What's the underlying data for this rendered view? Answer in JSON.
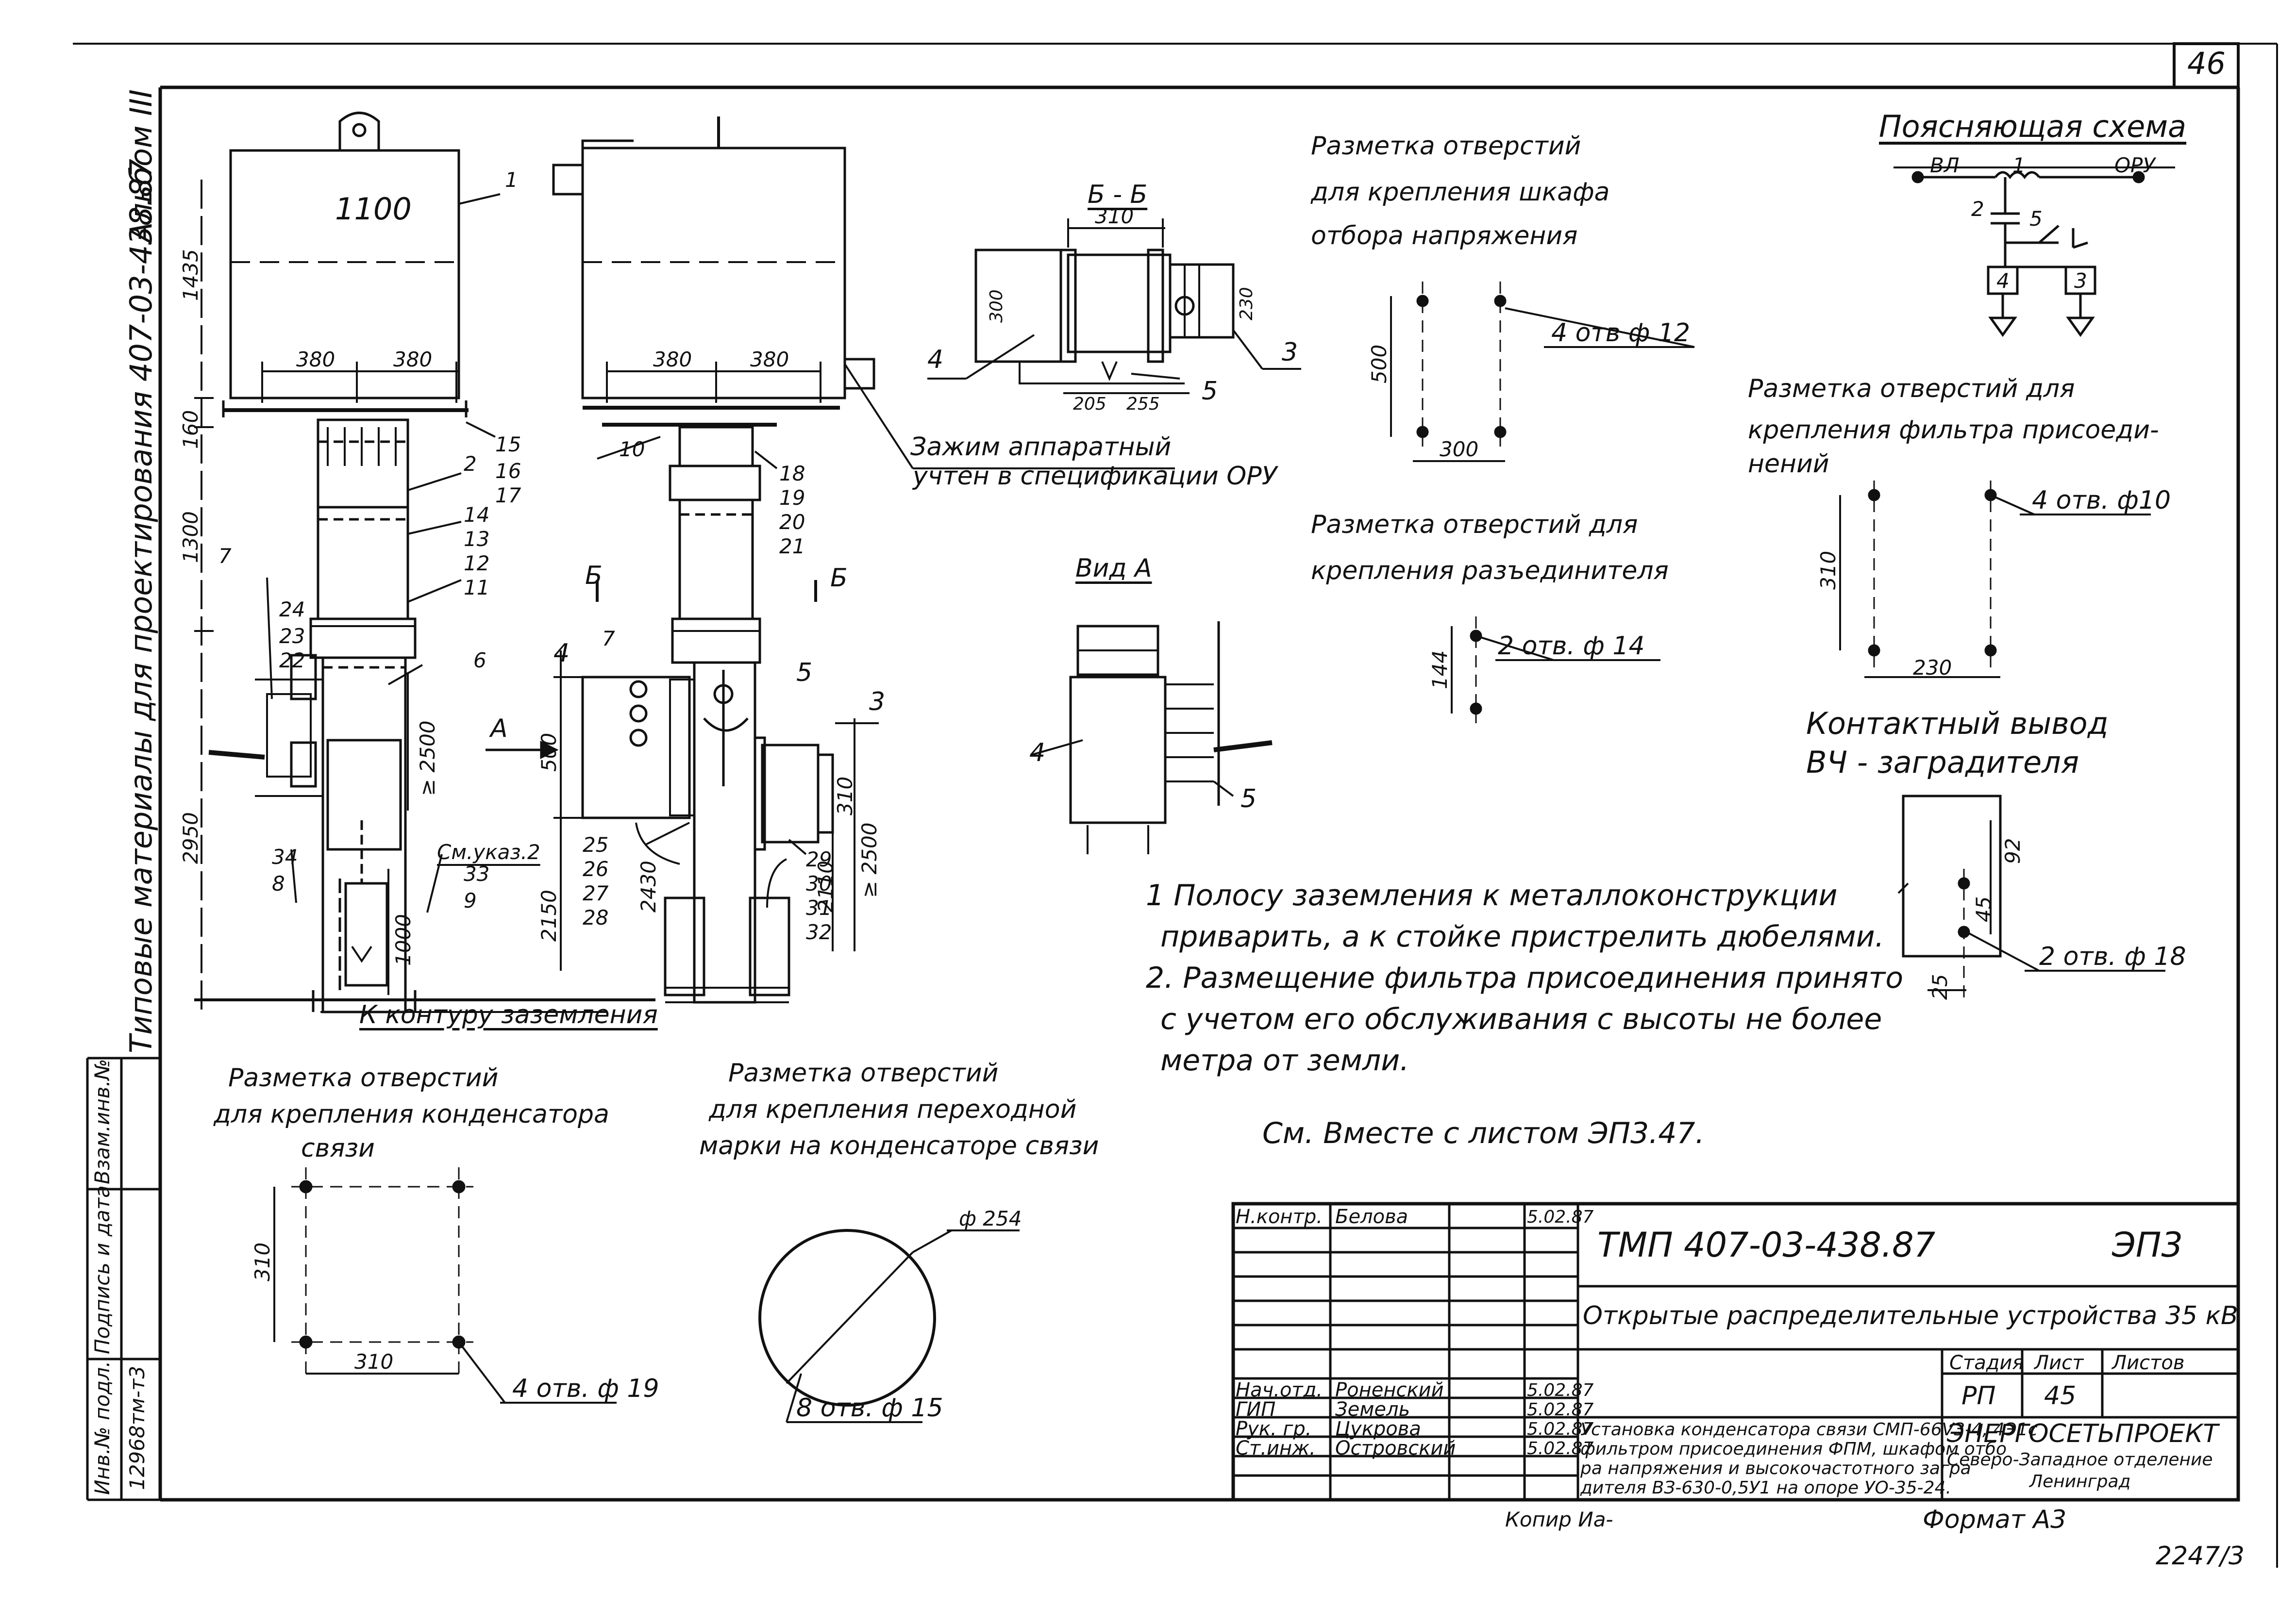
{
  "sheet": {
    "page_number": "46",
    "album": "Альбом III",
    "side_title": "Типовые материалы для проектирования 407-03-438.87",
    "stamp_cols": [
      "Инв.№ подл.",
      "Подпись и дата",
      "Взам.инв.№"
    ],
    "stamp_inv_value": "12968тм-т3",
    "copy_mark": "Копир Иa-",
    "format_mark": "Формат А3",
    "bottom_code": "2247/3"
  },
  "views": {
    "left_cabinet_dim": "1100",
    "dims_left": [
      "380",
      "380"
    ],
    "dims_mid": [
      "380",
      "380"
    ],
    "vert_dims_left": [
      "1435",
      "160",
      "1300",
      "2950"
    ],
    "vert_dims_mid": [
      "500",
      "2150",
      "2430",
      "2110",
      "310"
    ],
    "dim_2500": "≥ 2500",
    "dim_2500b": "≥ 2500",
    "dim_1000": "1000",
    "section_mark": "Б",
    "view_marker": "А",
    "ground_label": "К контуру заземления",
    "note_ref": "См.указ.2",
    "callouts_left": [
      "1",
      "2",
      "7",
      "24",
      "23",
      "22",
      "6",
      "34",
      "8",
      "15",
      "16",
      "17",
      "14",
      "13",
      "12",
      "11",
      "33",
      "9"
    ],
    "callouts_mid": [
      "10",
      "18",
      "19",
      "20",
      "21",
      "4",
      "5",
      "3",
      "7",
      "25",
      "26",
      "27",
      "28",
      "29",
      "30",
      "31",
      "32"
    ],
    "clamp_note_line1": "Зажим аппаратный",
    "clamp_note_line2": "учтен в спецификации ОРУ"
  },
  "section_bb": {
    "title": "Б - Б",
    "dims": [
      "310",
      "300",
      "230",
      "205",
      "255"
    ],
    "callouts": [
      "4",
      "5",
      "3"
    ]
  },
  "view_a": {
    "title": "Вид А",
    "callouts": [
      "4",
      "5"
    ]
  },
  "holes_cabinet": {
    "title_l1": "Разметка отверстий",
    "title_l2": "для крепления шкафа",
    "title_l3": "отбора напряжения",
    "dims": [
      "500",
      "300"
    ],
    "holes": "4 отв ф 12"
  },
  "holes_disconnector": {
    "title_l1": "Разметка отверстий для",
    "title_l2": "крепления разъединителя",
    "dims": [
      "144"
    ],
    "holes": "2 отв. ф 14"
  },
  "holes_filter": {
    "title_l1": "Разметка отверстий для",
    "title_l2": "крепления фильтра присоеди-",
    "title_l3": "нений",
    "dims": [
      "310",
      "230"
    ],
    "holes": "4 отв. ф10"
  },
  "contact_terminal": {
    "title_l1": "Контактный вывод",
    "title_l2": "ВЧ - заградителя",
    "dims": [
      "92",
      "45",
      "25"
    ],
    "holes": "2 отв. ф 18"
  },
  "explanatory_scheme": {
    "title": "Поясняющая схема",
    "labels": [
      "ВЛ",
      "1",
      "ОРУ",
      "2",
      "5",
      "4",
      "3"
    ]
  },
  "holes_capacitor": {
    "title_l1": "Разметка отверстий",
    "title_l2": "для крепления конденсатора",
    "title_l3": "связи",
    "dims": [
      "310",
      "310"
    ],
    "holes": "4 отв. ф 19"
  },
  "holes_adapter": {
    "title_l1": "Разметка отверстий",
    "title_l2": "для крепления переходной",
    "title_l3": "марки на конденсаторе связи",
    "diameter": "ф 254",
    "holes": "8 отв. ф 15"
  },
  "notes": {
    "n1_l1": "1 Полосу заземления к металлоконструкции",
    "n1_l2": "приварить, а к стойке пристрелить дюбелями.",
    "n2_l1": "2. Размещение фильтра присоединения принято",
    "n2_l2": "с учетом его обслуживания с высоты не более",
    "n2_l3": "метра от земли.",
    "see_also": "См. Вместе с листом ЭП3.47."
  },
  "title_block": {
    "rows": [
      {
        "role": "Н.контр.",
        "name": "Белова",
        "date": "5.02.87"
      },
      {
        "role": "Нач.отд.",
        "name": "Роненский",
        "date": "5.02.87"
      },
      {
        "role": "ГИП",
        "name": "Земель",
        "date": "5.02.87"
      },
      {
        "role": "Рук. гр.",
        "name": "Цукрова",
        "date": "5.02.87"
      },
      {
        "role": "Ст.инж.",
        "name": "Островский",
        "date": "5.02.87"
      }
    ],
    "code": "ТМП 407-03-438.87",
    "mark": "ЭП3",
    "project": "Открытые распределительные устройства 35 кВ",
    "stage_hdr": "Стадия",
    "sheet_hdr": "Лист",
    "sheets_hdr": "Листов",
    "stage": "РП",
    "sheet": "45",
    "desc_l1": "Установка конденсатора связи СМП-66V3-4, 4Э1с",
    "desc_l2": "фильтром присоединения ФПМ, шкафом отбо",
    "desc_l3": "ра напряжения и высокочастотного загра",
    "desc_l4": "дителя ВЗ-630-0,5У1 на опоре УО-35-24.",
    "org_l1": "ЭНЕРГОСЕТЬПРОЕКТ",
    "org_l2": "Северо-Западное отделение",
    "org_l3": "Ленинград"
  }
}
